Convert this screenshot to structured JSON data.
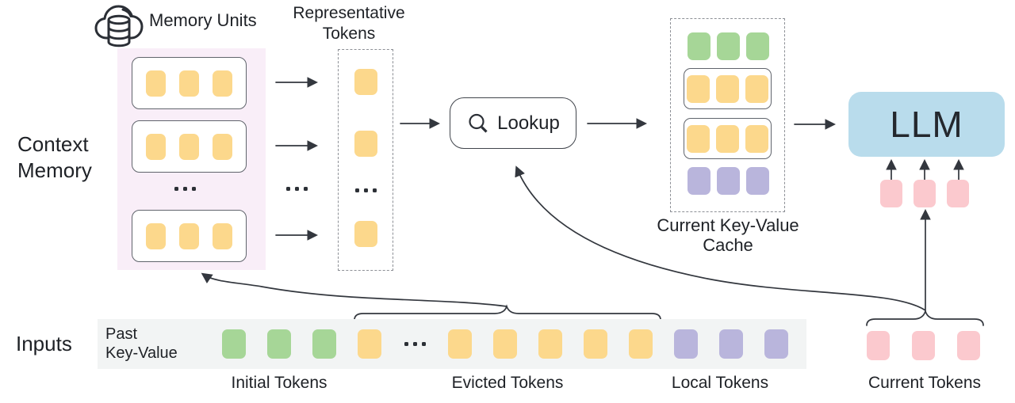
{
  "palette": {
    "yellow": "#fcd88c",
    "green": "#a6d697",
    "purple": "#b9b5dc",
    "pink": "#fbc9ce",
    "bluellm": "#b9dcec",
    "panelpink": "#f9eef8",
    "stripgray": "#f2f4f4",
    "line": "#33373e"
  },
  "labels": {
    "memory_units": "Memory Units",
    "context_memory": "Context\nMemory",
    "representative_tokens": "Representative\nTokens",
    "lookup": "Lookup",
    "current_kv_cache": "Current Key-Value\nCache",
    "llm": "LLM",
    "inputs": "Inputs",
    "past_key_value": "Past\nKey-Value",
    "initial_tokens": "Initial Tokens",
    "evicted_tokens": "Evicted Tokens",
    "local_tokens": "Local Tokens",
    "current_tokens": "Current Tokens"
  },
  "memory": {
    "unit_tokens": [
      "yellow",
      "yellow",
      "yellow"
    ]
  },
  "representative": {
    "column": [
      "yellow",
      "yellow",
      "dots",
      "yellow"
    ]
  },
  "kv_cache": {
    "rows": [
      [
        "green",
        "green",
        "green"
      ],
      [
        "yellow",
        "yellow",
        "yellow"
      ],
      [
        "yellow",
        "yellow",
        "yellow"
      ],
      [
        "purple",
        "purple",
        "purple"
      ]
    ]
  },
  "llm": {
    "input_tokens": [
      "pink",
      "pink",
      "pink"
    ]
  },
  "strip": {
    "sequence": [
      "green",
      "green",
      "green",
      "yellow",
      "dots",
      "yellow",
      "yellow",
      "yellow",
      "yellow",
      "yellow",
      "purple",
      "purple",
      "purple"
    ]
  },
  "current": {
    "tokens": [
      "pink",
      "pink",
      "pink"
    ]
  }
}
